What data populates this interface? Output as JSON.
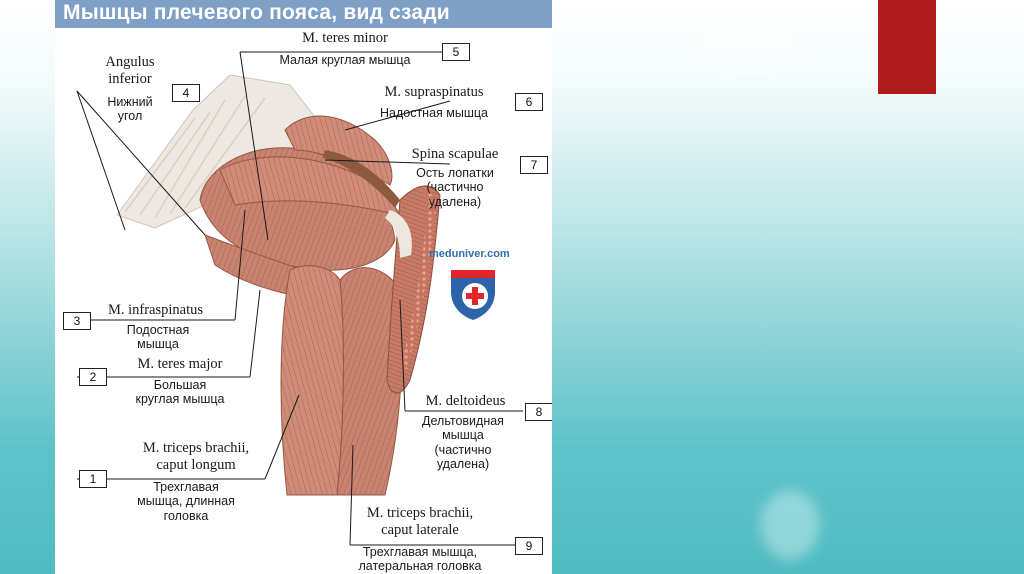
{
  "title": "Мышцы плечевого пояса, вид сзади",
  "watermark": "meduniver.com",
  "colors": {
    "accent": "#b01c1c",
    "title_bar": "#7f9fc6",
    "muscle": "#c97f6a",
    "tendon": "#eeeae4"
  },
  "labels": [
    {
      "num": "1",
      "latin": [
        "M. triceps brachii,",
        "caput longum"
      ],
      "ru": [
        "Трехглавая",
        "мышца, длинная",
        "головка"
      ]
    },
    {
      "num": "2",
      "latin": [
        "M. teres major"
      ],
      "ru": [
        "Большая",
        "круглая мышца"
      ]
    },
    {
      "num": "3",
      "latin": [
        "M. infraspinatus"
      ],
      "ru": [
        "Подостная",
        "мышца"
      ]
    },
    {
      "num": "4",
      "latin": [
        "Angulus",
        "inferior"
      ],
      "ru": [
        "Нижний",
        "угол"
      ]
    },
    {
      "num": "5",
      "latin": [
        "M. teres minor"
      ],
      "ru": [
        "Малая круглая мышца"
      ]
    },
    {
      "num": "6",
      "latin": [
        "M. supraspinatus"
      ],
      "ru": [
        "Надостная мышца"
      ]
    },
    {
      "num": "7",
      "latin": [
        "Spina scapulae"
      ],
      "ru": [
        "Ость лопатки",
        "(частично",
        "удалена)"
      ]
    },
    {
      "num": "8",
      "latin": [
        "M. deltoideus"
      ],
      "ru": [
        "Дельтовидная",
        "мышца",
        "(частично",
        "удалена)"
      ]
    },
    {
      "num": "9",
      "latin": [
        "M. triceps brachii,",
        "caput laterale"
      ],
      "ru": [
        "Трехглавая мышца,",
        "латеральная головка"
      ]
    }
  ]
}
